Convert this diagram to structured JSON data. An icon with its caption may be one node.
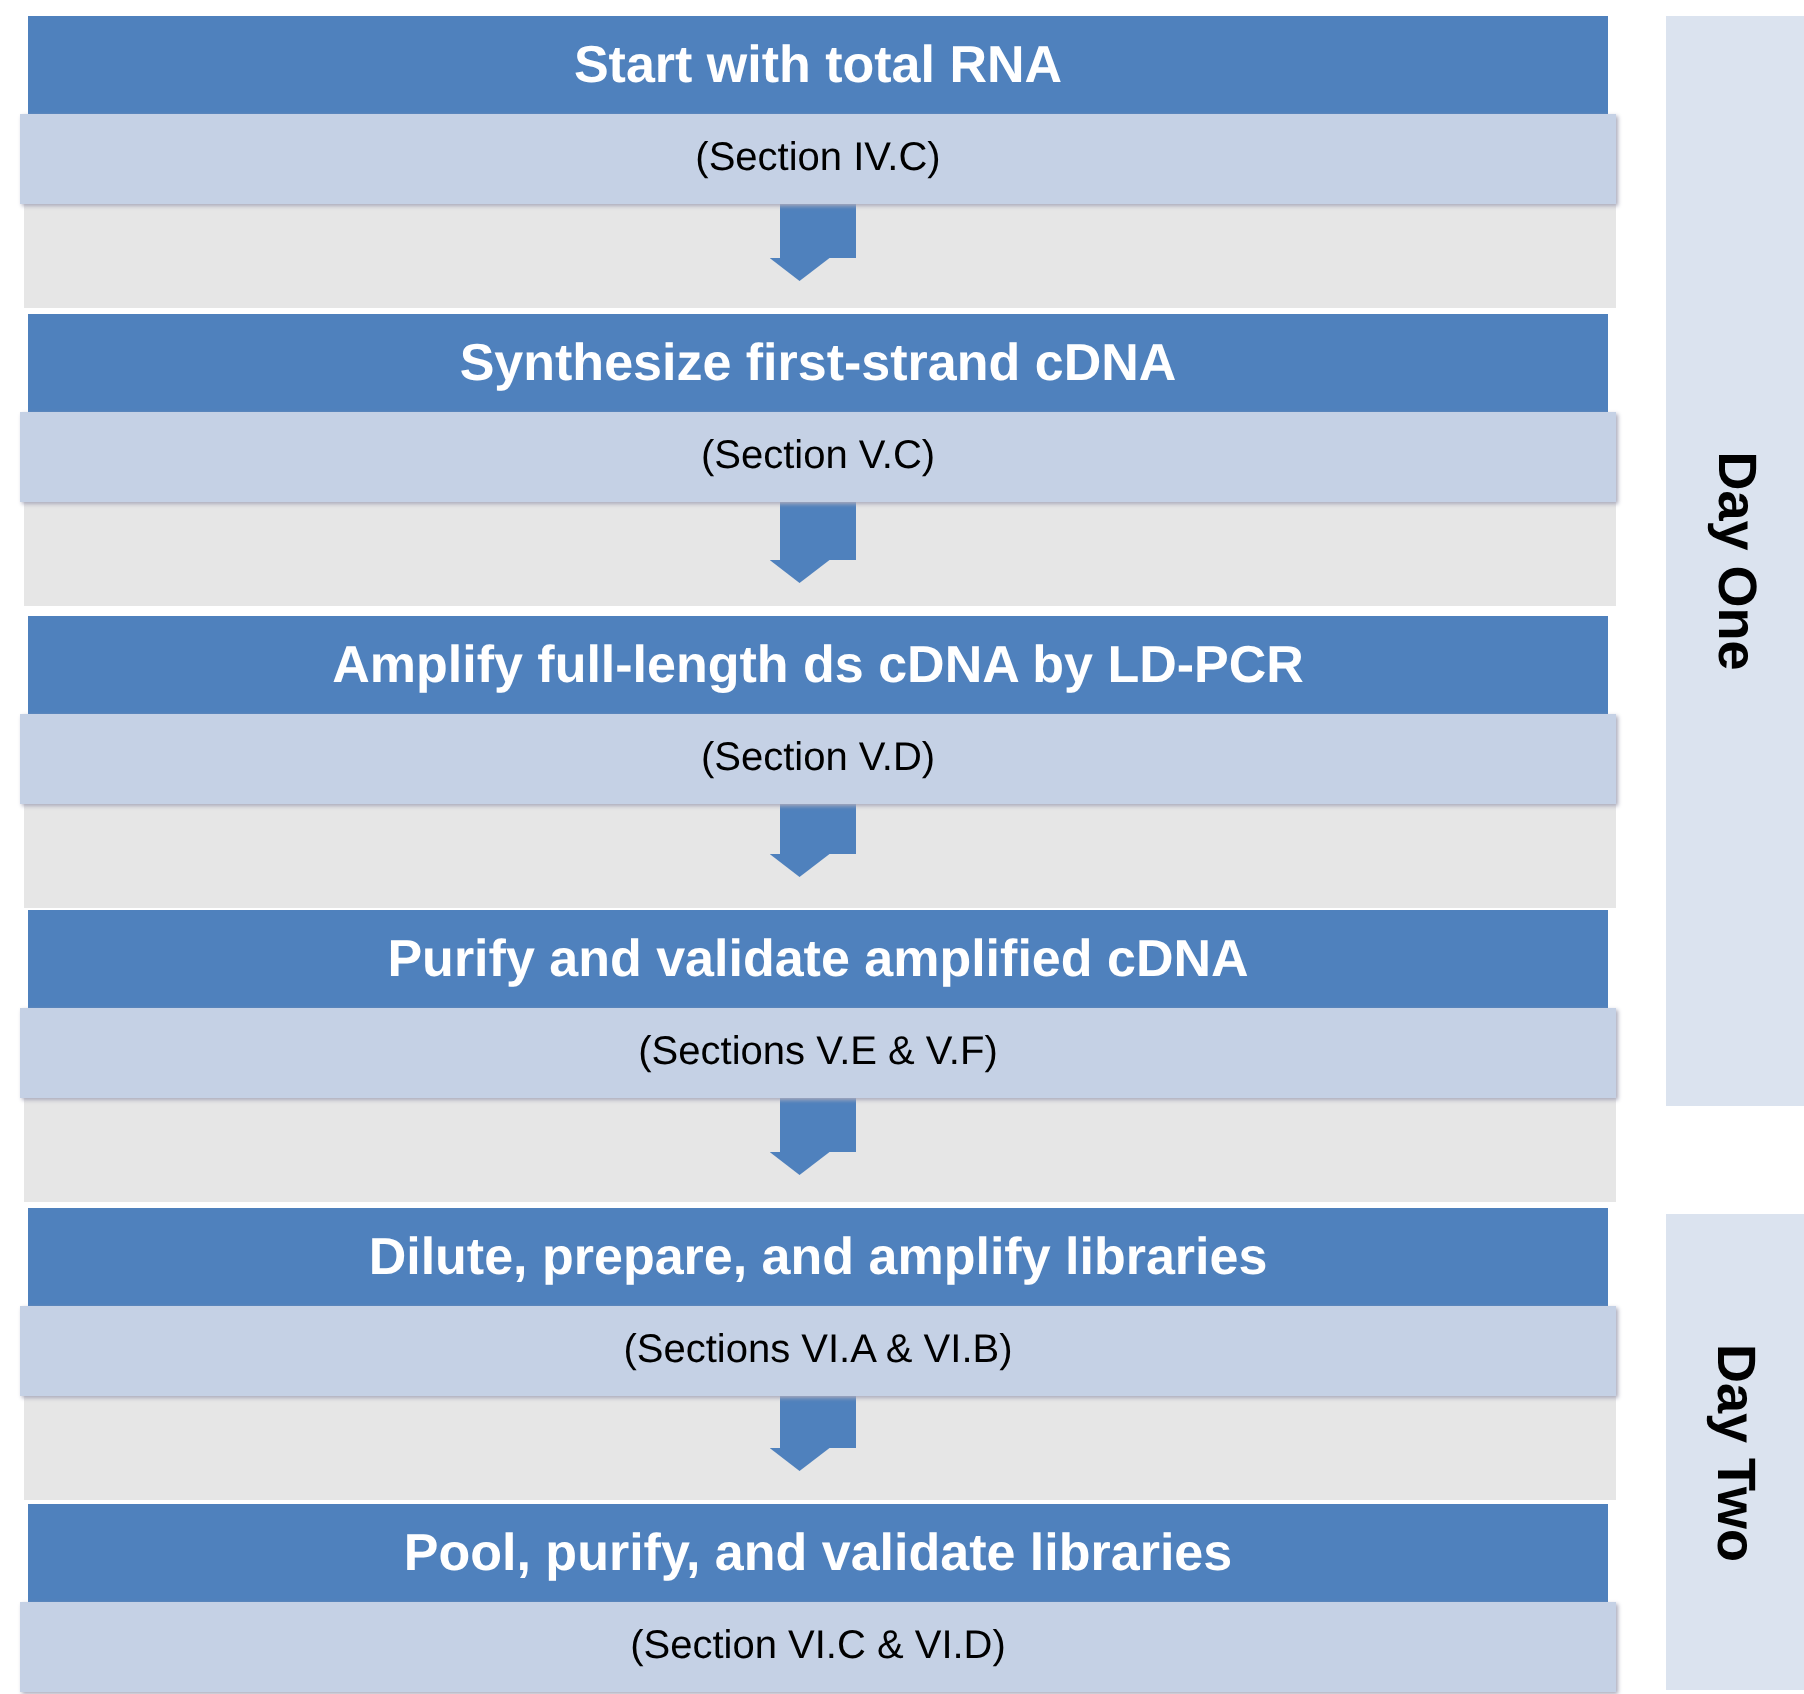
{
  "diagram": {
    "nodes": [
      {
        "text": [
          "Start with total RNA",
          "(Section IV.C)"
        ]
      },
      {
        "text": [
          "Synthesize first-strand cDNA",
          "(Section V.C)"
        ]
      },
      {
        "text": [
          "Amplify full-length ds cDNA by LD-PCR",
          "(Section V.D)"
        ]
      },
      {
        "text": [
          "Purify and validate amplified cDNA",
          "(Sections V.E & V.F)"
        ]
      },
      {
        "text": [
          "Dilute, prepare, and amplify libraries",
          "(Sections VI.A & VI.B)"
        ]
      },
      {
        "text": [
          "Pool, purify, and validate libraries",
          "(Section VI.C & VI.D)"
        ]
      },
      {
        "text": [
          "Day One"
        ]
      },
      {
        "text": [
          "Day Two"
        ]
      }
    ],
    "edges": [
      {
        "from": 0,
        "to": 1,
        "arrow": "to"
      },
      {
        "from": 1,
        "to": 2,
        "arrow": "to"
      },
      {
        "from": 2,
        "to": 3,
        "arrow": "to"
      },
      {
        "from": 3,
        "to": 4,
        "arrow": "to"
      },
      {
        "from": 4,
        "to": 5,
        "arrow": "to"
      }
    ]
  }
}
